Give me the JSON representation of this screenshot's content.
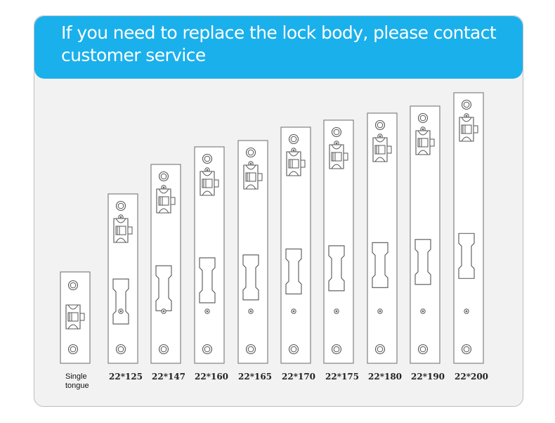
{
  "banner": {
    "title": "If you need to replace the lock body, please contact customer service",
    "color": "#1ab0ec"
  },
  "plates": [
    {
      "label": "Single tongue",
      "icon": "single-tongue-lock-plate-icon"
    },
    {
      "label": "22*125",
      "icon": "lock-body-plate-icon"
    },
    {
      "label": "22*147",
      "icon": "lock-body-plate-icon"
    },
    {
      "label": "22*160",
      "icon": "lock-body-plate-icon"
    },
    {
      "label": "22*165",
      "icon": "lock-body-plate-icon"
    },
    {
      "label": "22*170",
      "icon": "lock-body-plate-icon"
    },
    {
      "label": "22*175",
      "icon": "lock-body-plate-icon"
    },
    {
      "label": "22*180",
      "icon": "lock-body-plate-icon"
    },
    {
      "label": "22*190",
      "icon": "lock-body-plate-icon"
    },
    {
      "label": "22*200",
      "icon": "lock-body-plate-icon"
    }
  ]
}
